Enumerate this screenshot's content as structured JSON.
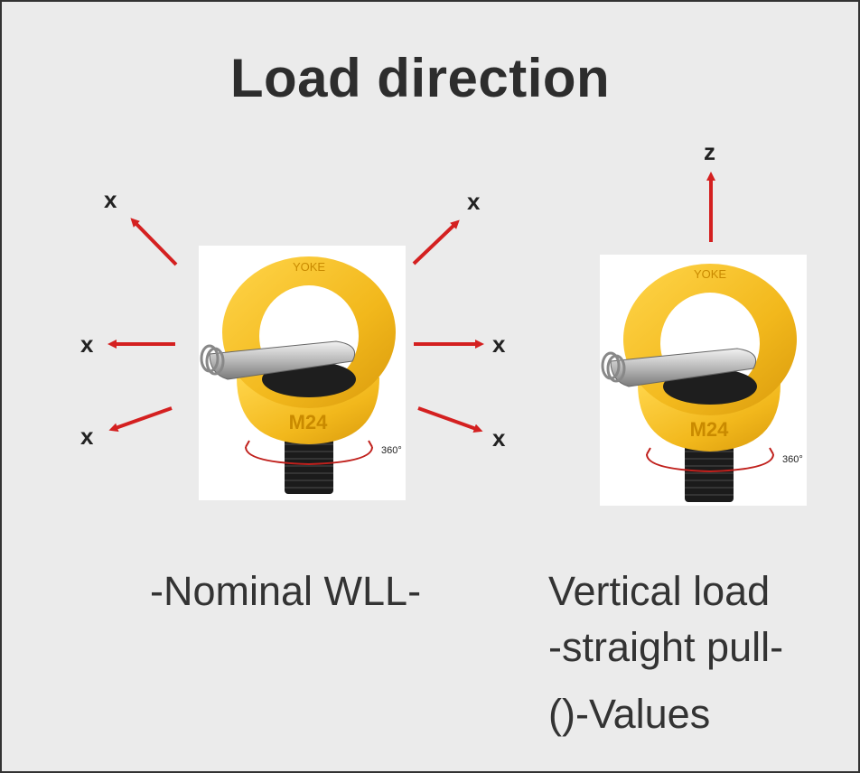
{
  "title": "Load direction",
  "left": {
    "caption": "-Nominal WLL-",
    "direction_label": "x",
    "rotation_label": "360°",
    "eyebolt_marking": "YOKE",
    "eyebolt_size": "M24"
  },
  "right": {
    "direction_label": "z",
    "rotation_label": "360°",
    "caption_line1": "Vertical load",
    "caption_line2": "-straight pull-",
    "caption_line3": "()-Values",
    "eyebolt_marking": "YOKE",
    "eyebolt_size": "M24"
  },
  "colors": {
    "arrow": "#d42020",
    "eyebolt": "#f2b81c",
    "background": "#ebebeb"
  }
}
